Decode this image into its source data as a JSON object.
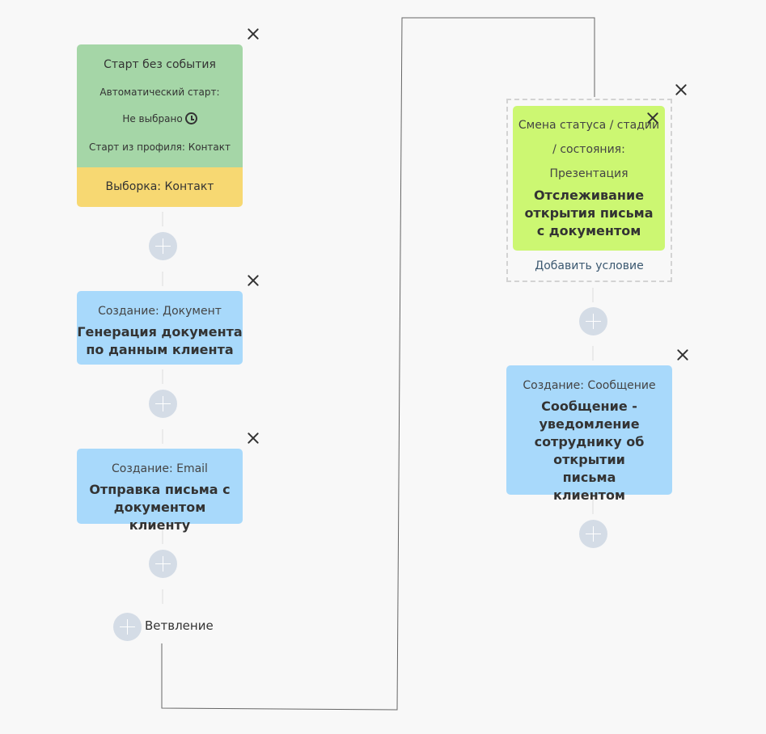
{
  "start_node": {
    "title": "Старт без события",
    "auto_start_label": "Автоматический старт:",
    "auto_start_value": "Не выбрано",
    "profile_start": "Старт из профиля: Контакт",
    "selection": "Выборка: Контакт",
    "clock_icon": "clock-icon"
  },
  "nodes": [
    {
      "subtitle": "Создание: Документ",
      "title": "Генерация документа по данным клиента"
    },
    {
      "subtitle": "Создание: Email",
      "title": "Отправка письма с документом клиенту"
    },
    {
      "subtitle": "Создание: Сообщение",
      "title": "Сообщение - уведомление сотруднику об открытии письма клиентом"
    }
  ],
  "branch": {
    "label": "Ветвление"
  },
  "condition": {
    "subtitle_line1": "Смена статуса / стадии",
    "subtitle_line2": "/ состояния:",
    "value": "Презентация",
    "title": "Отслеживание открытия письма с документом",
    "add_condition": "Добавить условие"
  },
  "colors": {
    "start_green": "#a5d6a7",
    "selection_yellow": "#f7d872",
    "action_blue": "#a8d9fb",
    "condition_green": "#ccf772",
    "add_button": "#d4dce6"
  }
}
